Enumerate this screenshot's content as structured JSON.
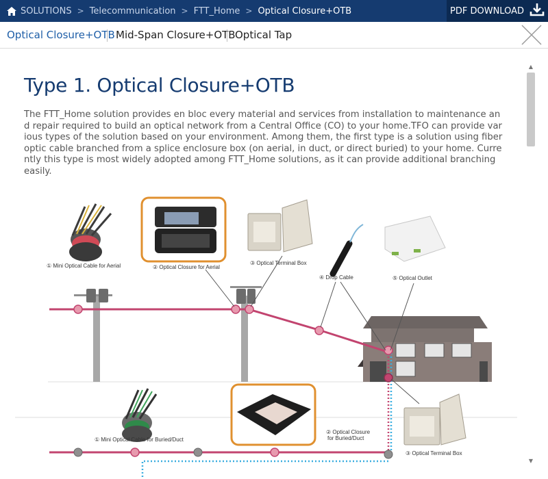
{
  "breadcrumb": {
    "items": [
      "SOLUTIONS",
      "Telecommunication",
      "FTT_Home"
    ],
    "current": "Optical Closure+OTB"
  },
  "header": {
    "pdf_label": "PDF DOWNLOAD"
  },
  "tabs": [
    {
      "label": "Optical Closure+OTB",
      "active": true
    },
    {
      "label": "Mid-Span Closure+OTB",
      "active": false
    },
    {
      "label": "Optical Tap",
      "active": false
    }
  ],
  "main": {
    "title": "Type 1. Optical Closure+OTB",
    "description": "The FTT_Home solution provides en bloc every material and services from installation to maintenance and repair required to build an optical network from a Central Office (CO) to your home.TFO can provide various types of the solution based on your environment. Among them, the first type is a solution using fiber optic cable branched from a splice enclosure box (on aerial, in duct, or direct buried) to your home. Currently this type is most widely adopted among FTT_Home solutions, as it can provide additional branching easily."
  },
  "diagram": {
    "labels": {
      "cable_aerial": "① Mini Optical Cable for Aerial",
      "closure_aerial": "② Optical Closure for Aerial",
      "terminal_box_top": "③ Optical Terminal Box",
      "drop_cable": "④ Drop Cable",
      "outlet": "⑤ Optical Outlet",
      "cable_buried": "① Mini Optical Cable for Buried/Duct",
      "closure_buried_1": "② Optical Closure",
      "closure_buried_2": "for Buried/Duct",
      "terminal_box_bottom": "③ Optical Terminal Box"
    }
  },
  "colors": {
    "brand_dark": "#153b70",
    "accent_blue": "#1f5fa8",
    "cable_line": "#c2446f",
    "highlight_orange": "#e0902f",
    "dotted_blue": "#3aaee0"
  },
  "icons": [
    "home-icon",
    "download-icon",
    "close-icon",
    "scroll-up-icon",
    "scroll-down-icon"
  ]
}
